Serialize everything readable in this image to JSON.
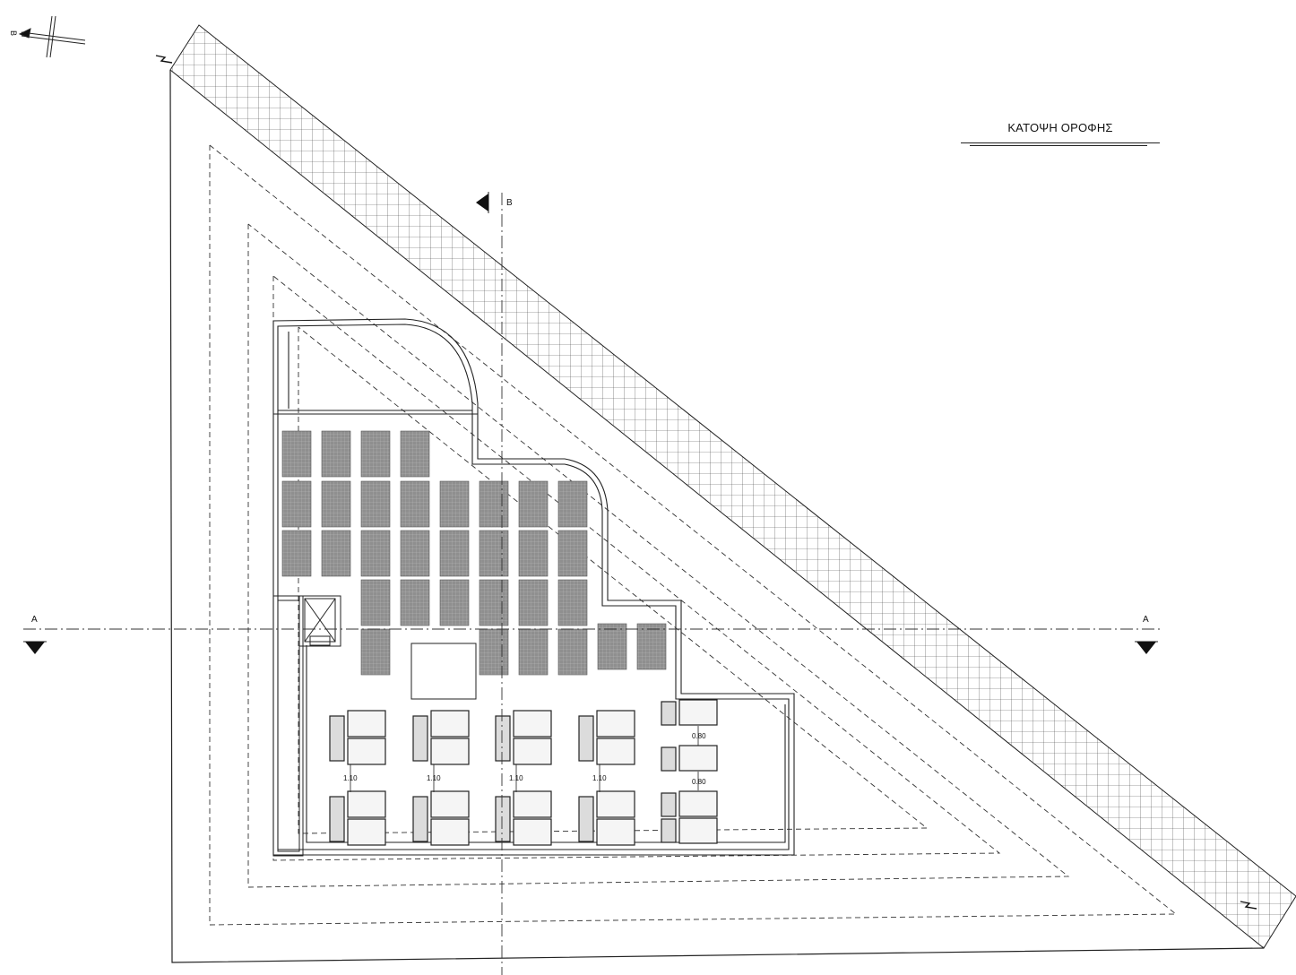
{
  "title": "ΚΑΤΟΨΗ ΟΡΟΦΗΣ",
  "section_marks": {
    "a_left": "A",
    "a_right": "A",
    "b_top": "B",
    "north_b": "B"
  },
  "dimensions": {
    "vertical_gap_1": "1.10",
    "vertical_gap_2": "1.10",
    "vertical_gap_3": "1.10",
    "vertical_gap_4": "1.10",
    "side_gap_1": "0.80",
    "side_gap_2": "0.80"
  },
  "north_marker_letter": "N",
  "colors": {
    "line": "#1a1a1a",
    "panel_fill": "#8c8c8c",
    "hatch": "#333333",
    "unit_fill": "#f2f2f2",
    "unit_side": "#dddddd"
  }
}
